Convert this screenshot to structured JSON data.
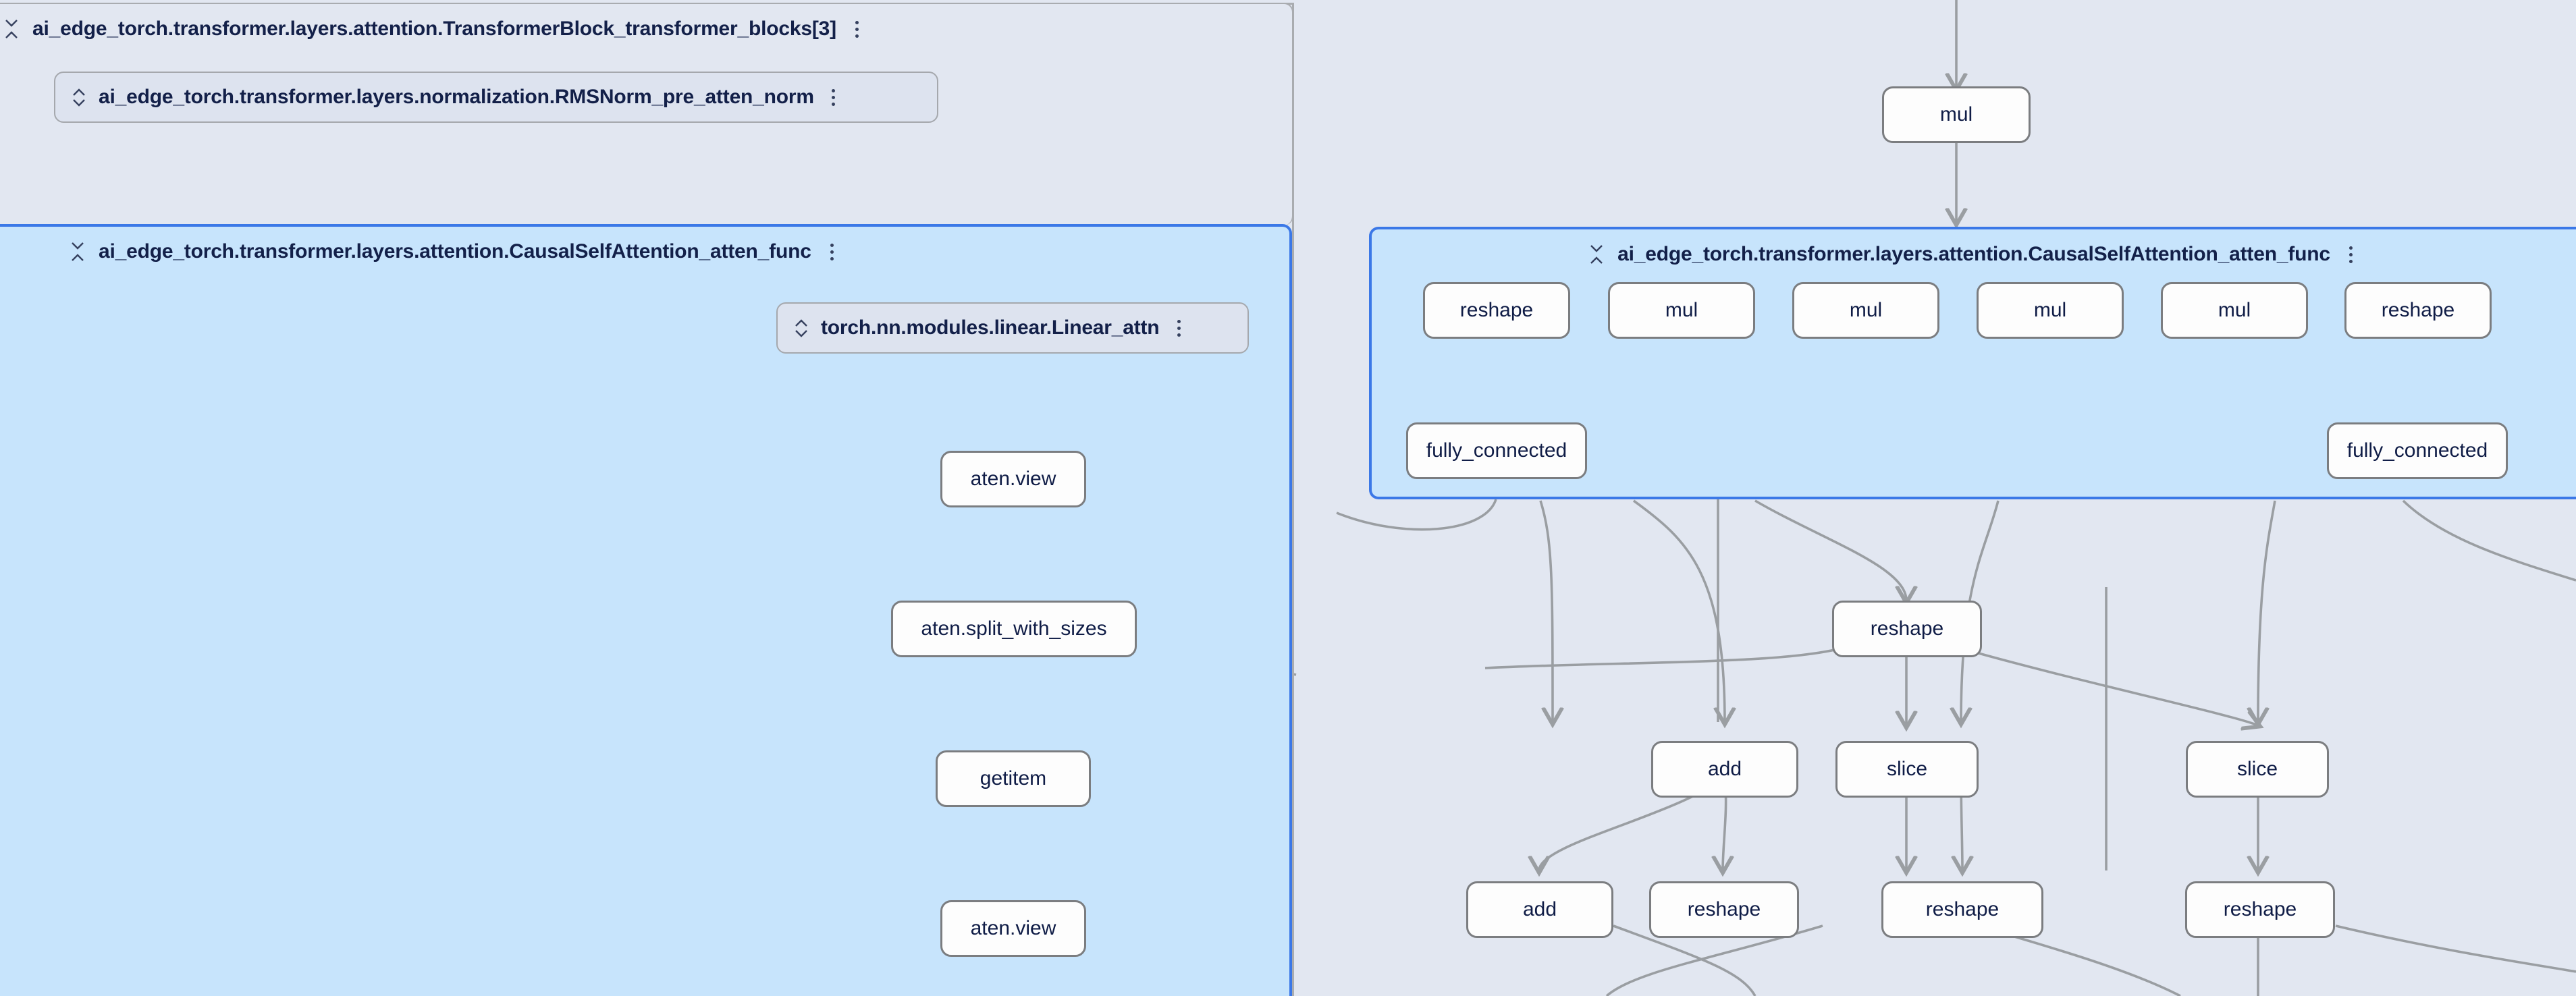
{
  "colors": {
    "canvas_bg": "#e2e7f1",
    "selected_bg": "#c7e4fc",
    "selected_border": "#3b78e7",
    "group_border": "#a9acb0",
    "node_fill": "#fdfdfd",
    "node_border": "#7b7d80",
    "module_fill": "#dde3ef",
    "text": "#132049",
    "edge": "#9a9ea2"
  },
  "groups": {
    "transformer_block": {
      "title": "ai_edge_torch.transformer.layers.attention.TransformerBlock_transformer_blocks[3]",
      "collapse_icon": "collapse-chevrons-icon",
      "kebab_icon": "more-options-icon"
    },
    "attention_left": {
      "title": "ai_edge_torch.transformer.layers.attention.CausalSelfAttention_atten_func",
      "collapse_icon": "collapse-chevrons-icon",
      "kebab_icon": "more-options-icon"
    },
    "attention_right": {
      "title": "ai_edge_torch.transformer.layers.attention.CausalSelfAttention_atten_func",
      "collapse_icon": "collapse-chevrons-icon",
      "kebab_icon": "more-options-icon"
    }
  },
  "module_nodes": [
    {
      "id": "rmsnorm",
      "label": "ai_edge_torch.transformer.layers.normalization.RMSNorm_pre_atten_norm",
      "expand_icon": "expand-chevrons-icon",
      "kebab_icon": "more-options-icon"
    },
    {
      "id": "linear_attn",
      "label": "torch.nn.modules.linear.Linear_attn",
      "expand_icon": "expand-chevrons-icon",
      "kebab_icon": "more-options-icon"
    }
  ],
  "op_nodes": [
    {
      "id": "n_view_1",
      "label": "aten.view"
    },
    {
      "id": "n_split",
      "label": "aten.split_with_sizes"
    },
    {
      "id": "n_getitem",
      "label": "getitem"
    },
    {
      "id": "n_view_2",
      "label": "aten.view"
    },
    {
      "id": "n_mul_top",
      "label": "mul"
    },
    {
      "id": "n_reshape_a",
      "label": "reshape"
    },
    {
      "id": "n_mul_a",
      "label": "mul"
    },
    {
      "id": "n_mul_b",
      "label": "mul"
    },
    {
      "id": "n_mul_c",
      "label": "mul"
    },
    {
      "id": "n_mul_d",
      "label": "mul"
    },
    {
      "id": "n_reshape_b",
      "label": "reshape"
    },
    {
      "id": "n_fc_left",
      "label": "fully_connected"
    },
    {
      "id": "n_fc_right",
      "label": "fully_connected"
    },
    {
      "id": "n_reshape_c",
      "label": "reshape"
    },
    {
      "id": "n_add_a",
      "label": "add"
    },
    {
      "id": "n_slice_a",
      "label": "slice"
    },
    {
      "id": "n_slice_b",
      "label": "slice"
    },
    {
      "id": "n_add_b",
      "label": "add"
    },
    {
      "id": "n_reshape_d",
      "label": "reshape"
    },
    {
      "id": "n_reshape_e",
      "label": "reshape"
    },
    {
      "id": "n_reshape_f",
      "label": "reshape"
    }
  ]
}
